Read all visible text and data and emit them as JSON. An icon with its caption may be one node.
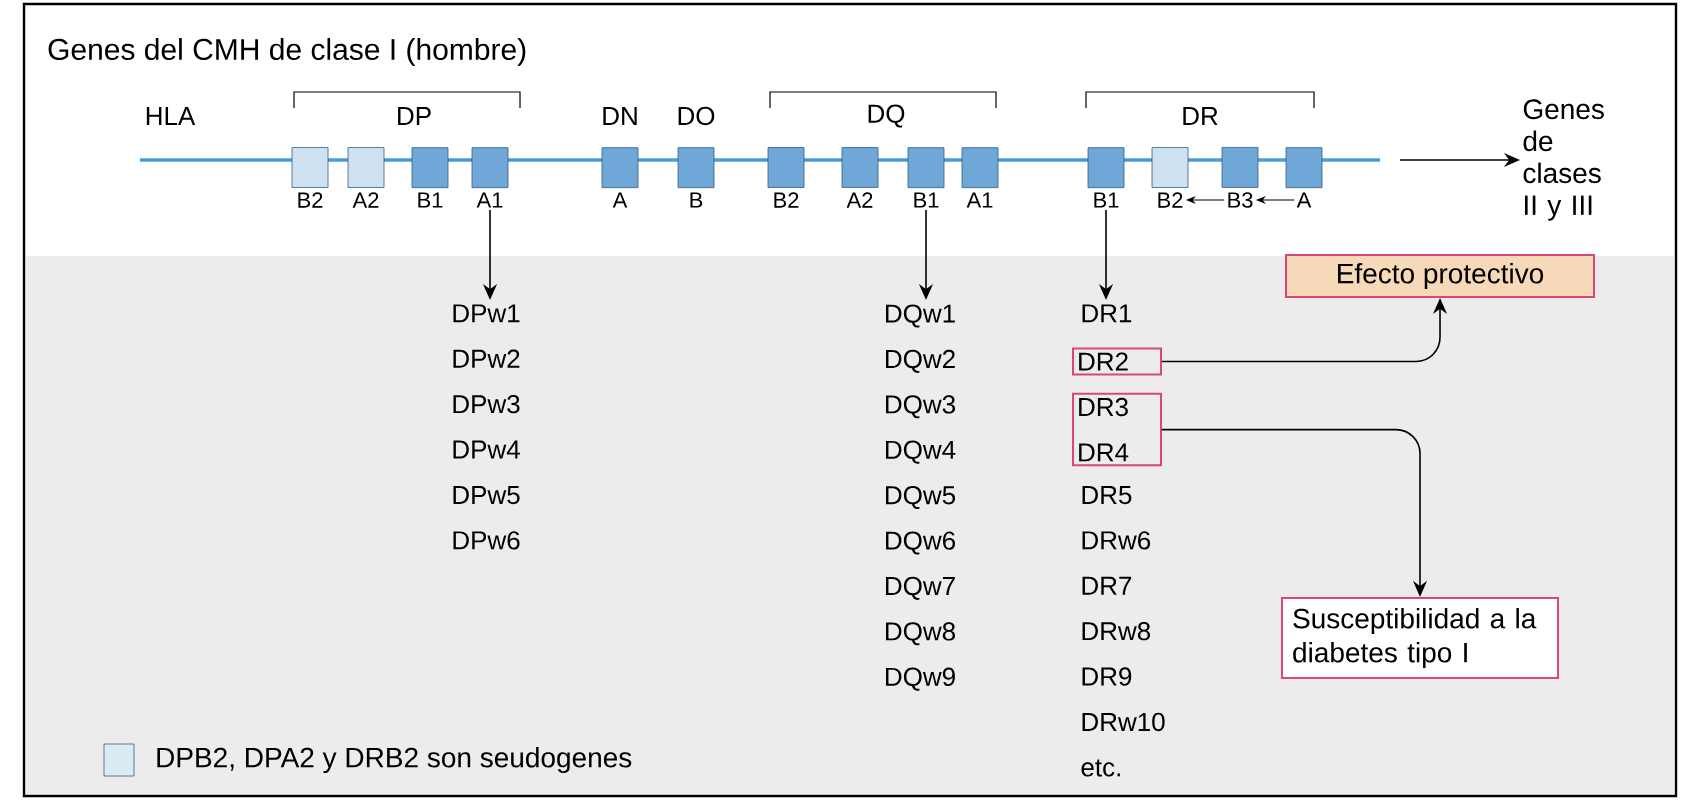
{
  "diagram": {
    "title": "Genes del CMH de clase I (hombre)",
    "nodes": [
      {
        "text": [
          "B2"
        ]
      },
      {
        "text": [
          "A2"
        ]
      },
      {
        "text": [
          "B1"
        ]
      },
      {
        "text": [
          "A1"
        ]
      },
      {
        "text": [
          "A"
        ]
      },
      {
        "text": [
          "B"
        ]
      },
      {
        "text": [
          "B2"
        ]
      },
      {
        "text": [
          "A2"
        ]
      },
      {
        "text": [
          "B1"
        ]
      },
      {
        "text": [
          "A1"
        ]
      },
      {
        "text": [
          "B1"
        ]
      },
      {
        "text": [
          "B2"
        ]
      },
      {
        "text": [
          "B3"
        ]
      },
      {
        "text": [
          "A"
        ]
      },
      {
        "text": [
          "DPw1",
          "DPw2",
          "DPw3",
          "DPw4",
          "DPw5",
          "DPw6"
        ]
      },
      {
        "text": [
          "DQw1",
          "DQw2",
          "DQw3",
          "DQw4",
          "DQw5",
          "DQw6",
          "DQw7",
          "DQw8",
          "DQw9"
        ]
      },
      {
        "text": [
          "DR1",
          "DR5",
          "DRw6",
          "DR7",
          "DRw8",
          "DR9",
          "DRw10",
          "etc."
        ]
      },
      {
        "text": [
          "DR2"
        ],
        "in": 16
      },
      {
        "text": [
          "DR3",
          "DR4"
        ],
        "in": 16
      },
      {
        "text": [
          "Efecto protectivo"
        ]
      },
      {
        "text": [
          "Susceptibilidad a la diabetes tipo I"
        ]
      },
      {
        "text": [
          "Genes de clases II y III"
        ]
      }
    ],
    "edges": [
      {
        "from": 3,
        "to": 14,
        "arrow": "to"
      },
      {
        "from": 8,
        "to": 15,
        "arrow": "to"
      },
      {
        "from": 10,
        "to": 16,
        "arrow": "to"
      },
      {
        "from": 17,
        "to": 19,
        "arrow": "to"
      },
      {
        "from": 18,
        "to": 20,
        "arrow": "to"
      },
      {
        "from": null,
        "to": 21,
        "arrow": "to"
      },
      {
        "from": 12,
        "to": 11,
        "arrow": "to"
      },
      {
        "from": 13,
        "to": 12,
        "arrow": "to"
      }
    ],
    "labels": [
      "HLA",
      "DP",
      "DN",
      "DO",
      "DQ",
      "DR"
    ],
    "legend": [
      {
        "text": "DPB2, DPA2 y DRB2 son seudogenes",
        "color": "#dceaf3"
      }
    ]
  }
}
